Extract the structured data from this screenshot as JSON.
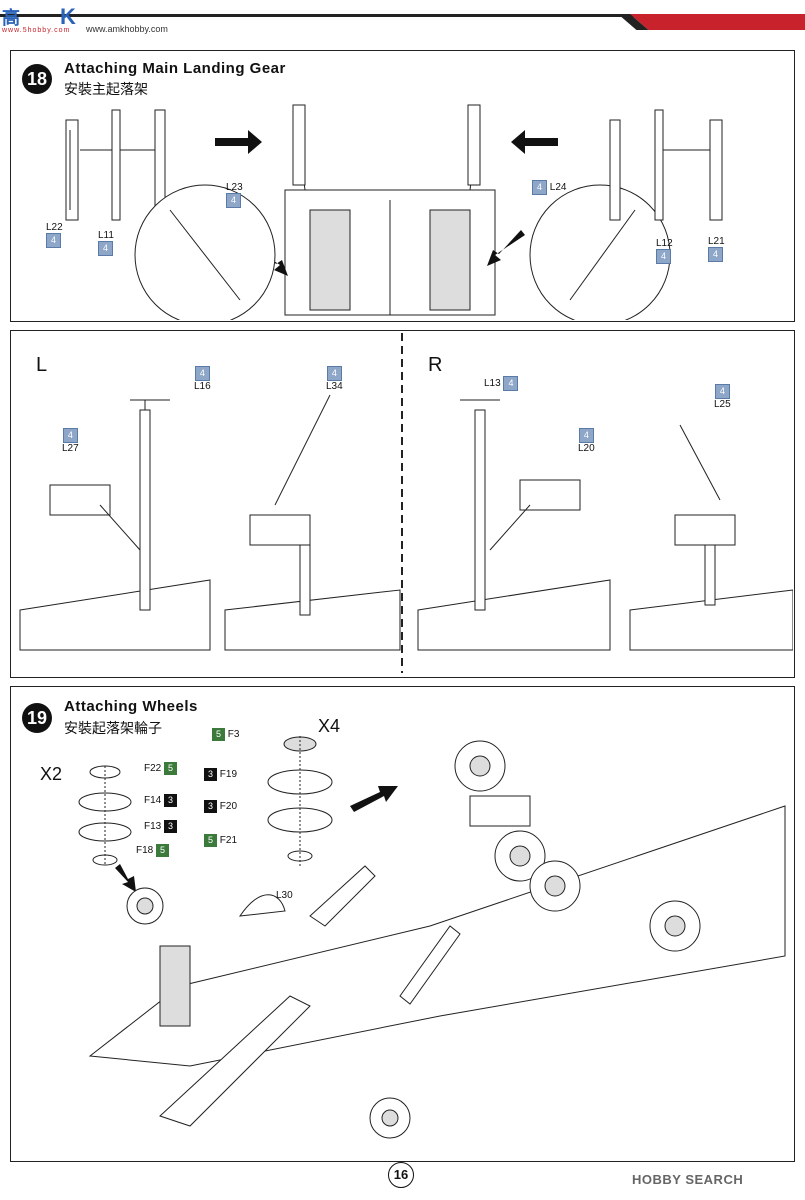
{
  "header": {
    "logo_cn": "高",
    "logo_k": "K",
    "logo_url": "www.5hobby.com",
    "site_url": "www.amkhobby.com"
  },
  "colors": {
    "sheet_blue": "#8ea6c8",
    "sheet_green": "#3c7a3c",
    "sheet_black": "#111111",
    "header_red": "#c8232c"
  },
  "step18": {
    "number": "18",
    "title": "Attaching Main Landing Gear",
    "title_cn": "安裝主起落架",
    "parts": [
      {
        "label": "L22",
        "sheet": "4"
      },
      {
        "label": "L11",
        "sheet": "4"
      },
      {
        "label": "L23",
        "sheet": "4"
      },
      {
        "label": "L24",
        "sheet": "4"
      },
      {
        "label": "L12",
        "sheet": "4"
      },
      {
        "label": "L21",
        "sheet": "4"
      }
    ]
  },
  "step_lr": {
    "left_label": "L",
    "right_label": "R",
    "left_parts": [
      {
        "label": "L16",
        "sheet": "4"
      },
      {
        "label": "L34",
        "sheet": "4"
      },
      {
        "label": "L27",
        "sheet": "4"
      }
    ],
    "right_parts": [
      {
        "label": "L13",
        "sheet": "4"
      },
      {
        "label": "L25",
        "sheet": "4"
      },
      {
        "label": "L20",
        "sheet": "4"
      }
    ]
  },
  "step19": {
    "number": "19",
    "title": "Attaching Wheels",
    "title_cn": "安裝起落架輪子",
    "qty_left": "X2",
    "qty_right": "X4",
    "parts_left": [
      {
        "label": "F22",
        "sheet": "5",
        "color": "green"
      },
      {
        "label": "F14",
        "sheet": "3",
        "color": "black"
      },
      {
        "label": "F13",
        "sheet": "3",
        "color": "black"
      },
      {
        "label": "F18",
        "sheet": "5",
        "color": "green"
      }
    ],
    "parts_right": [
      {
        "label": "F3",
        "sheet": "5",
        "color": "green"
      },
      {
        "label": "F19",
        "sheet": "3",
        "color": "black"
      },
      {
        "label": "F20",
        "sheet": "3",
        "color": "black"
      },
      {
        "label": "F21",
        "sheet": "5",
        "color": "green"
      }
    ],
    "extra_part": "L30"
  },
  "footer": {
    "page_number": "16",
    "watermark": "HOBBY SEARCH"
  }
}
